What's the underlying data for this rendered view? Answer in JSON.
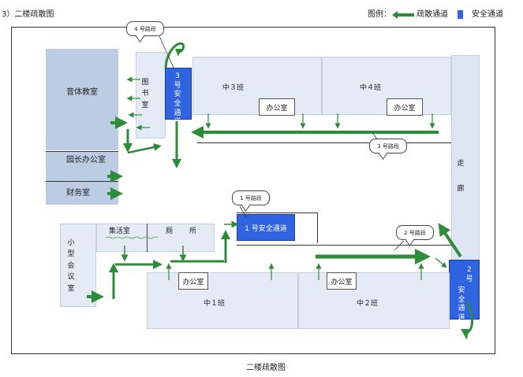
{
  "header": {
    "title": "3）二楼疏散图",
    "legend_label": "图例：",
    "legend_evac": "疏散通道",
    "legend_safe": "安全通道"
  },
  "rooms": {
    "music": "音体教室",
    "principal": "园长办公室",
    "finance": "财务室",
    "library_chars": [
      "图",
      "书",
      "室"
    ],
    "class3": "中３班",
    "class4": "中４班",
    "class1": "中１班",
    "class2": "中２班",
    "office": "办公室",
    "activity": "集活室",
    "toilet_a": "厕",
    "toilet_b": "所",
    "meeting_chars": [
      "小",
      "型",
      "会",
      "议",
      "室"
    ],
    "corridor_chars": [
      "走",
      "廊"
    ]
  },
  "exits": {
    "exit3_chars": [
      "3",
      "号",
      "安",
      "全",
      "通",
      "道"
    ],
    "exit1": "1 号安全通道",
    "exit2_chars": [
      "2",
      "号",
      "安",
      "全",
      "通",
      "道"
    ]
  },
  "callouts": {
    "c4": "4 号路段",
    "c3": "3 号路段",
    "c1": "1 号路段",
    "c2": "2 号路段"
  },
  "caption": "二楼疏散图",
  "colors": {
    "arrow": "#2e8b3a",
    "exit": "#2f63e0",
    "hall": "#bccde3",
    "room": "#e4ebf5"
  }
}
